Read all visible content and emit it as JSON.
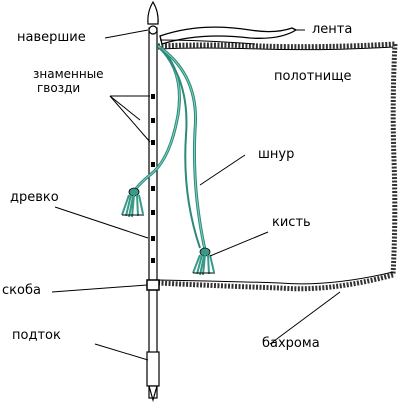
{
  "colors": {
    "ink": "#000000",
    "cord": "#2d8a7a",
    "cord_light": "#7fd0c0",
    "tassel": "#3a9a88",
    "staff_fill": "#ffffff",
    "fringe": "#333333"
  },
  "labels": {
    "naverhie": "навершие",
    "lenta": "лента",
    "polotnishe": "полотнище",
    "znamennye_line1": "знаменные",
    "znamennye_line2": "гвозди",
    "shnur": "шнур",
    "drevko": "древко",
    "kist": "кисть",
    "skoba": "скоба",
    "podtok": "подток",
    "bakhroma": "бахрома"
  }
}
